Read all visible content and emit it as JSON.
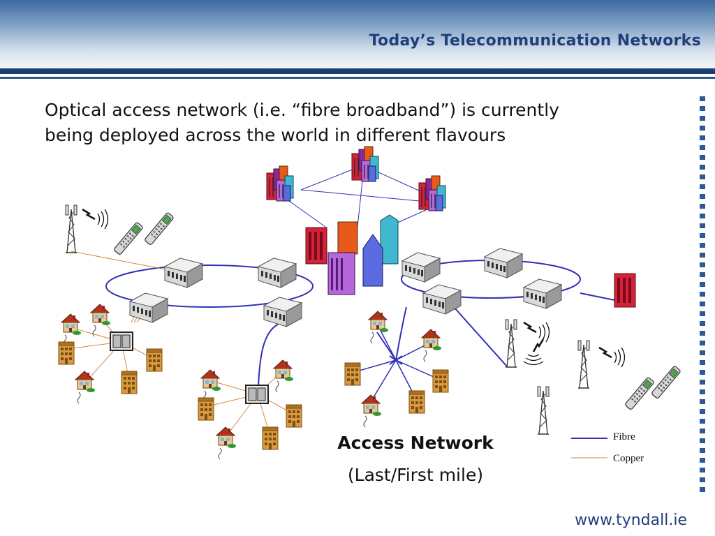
{
  "header": {
    "title": "Today’s Telecommunication Networks"
  },
  "intro": {
    "line1": "Optical access network (i.e. “fibre broadband”) is currently",
    "line2": "being deployed across the world in different flavours"
  },
  "diagram": {
    "caption_title": "Access Network",
    "caption_subtitle": "(Last/First mile)",
    "legend": [
      {
        "label": "Fibre",
        "color": "#3030b8"
      },
      {
        "label": "Copper",
        "color": "#d98a3c"
      }
    ],
    "colors": {
      "fibre": "#3030b8",
      "copper": "#d98a3c",
      "building_red": "#d2233a",
      "building_purple": "#b569d8",
      "building_cyan": "#3fb8d0"
    },
    "icons": [
      "office-building-cluster",
      "exchange-switch",
      "house",
      "apartment-block",
      "street-cabinet",
      "cell-tower",
      "mobile-phone",
      "lightning-signal"
    ]
  },
  "footer": {
    "url": "www.tyndall.ie"
  }
}
